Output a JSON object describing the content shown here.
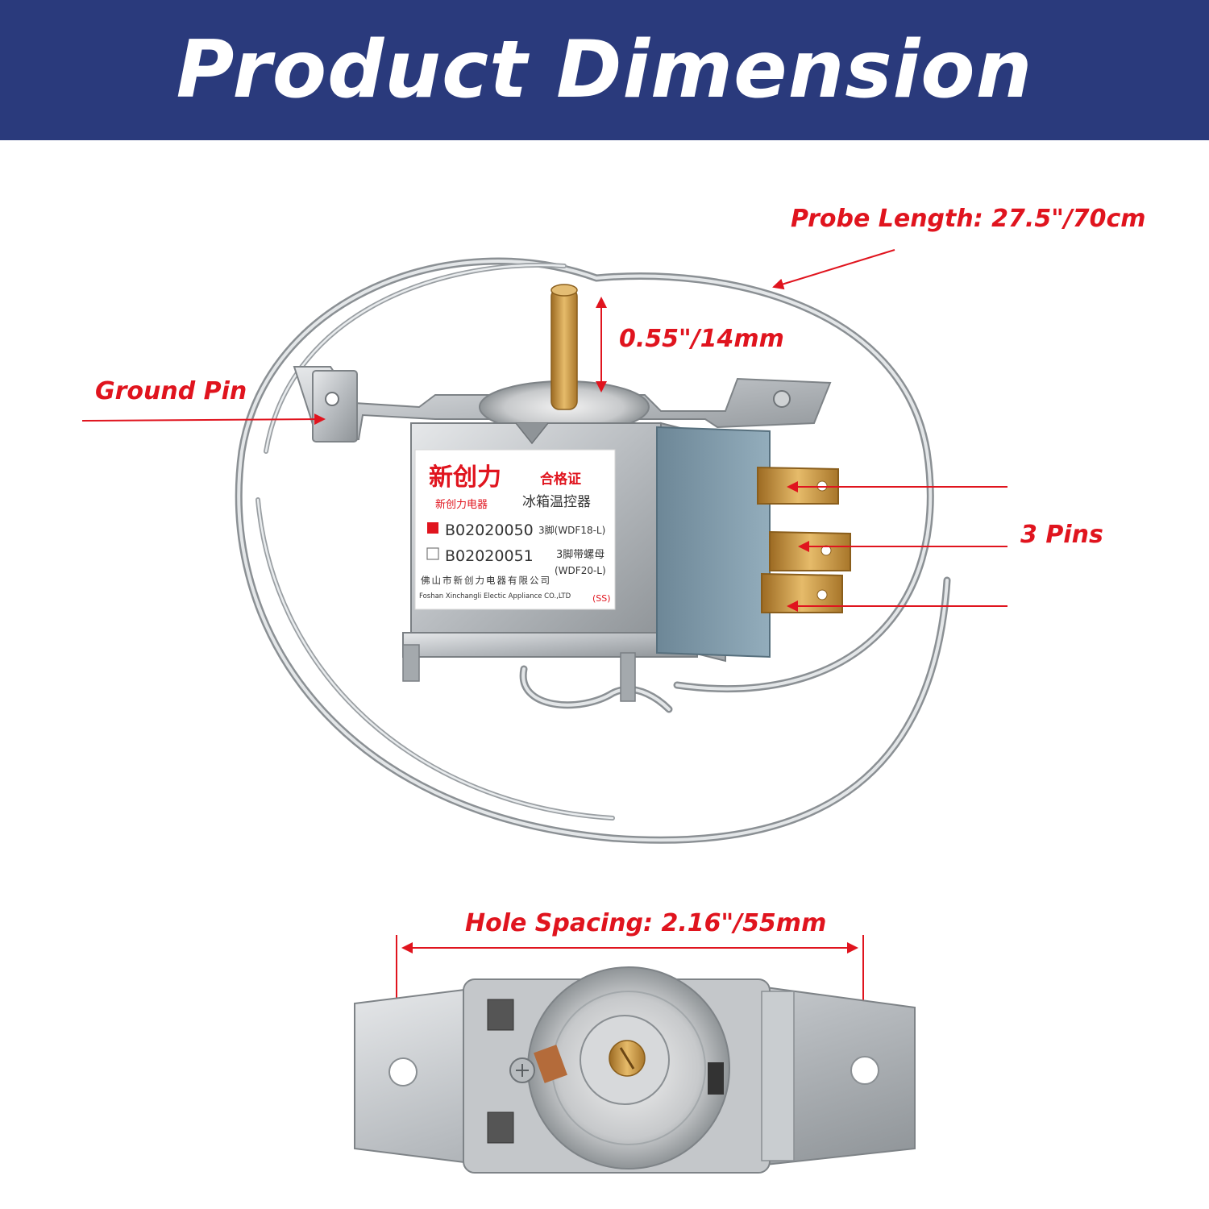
{
  "header": {
    "title": "Product Dimension"
  },
  "callouts": {
    "probe_length": "Probe Length: 27.5\"/70cm",
    "shaft_length": "0.55\"/14mm",
    "ground_pin": "Ground Pin",
    "pins": "3 Pins",
    "hole_spacing": "Hole Spacing: 2.16\"/55mm"
  },
  "product_label": {
    "brand_mark": "新创力",
    "brand_name": "新创力电器",
    "certificate": "合格证",
    "product_type": "冰箱温控器",
    "option_1_code": "B02020050",
    "option_1_desc": "3脚(WDF18-L)",
    "option_2_code": "B02020051",
    "option_2_desc_line1": "3脚带螺母",
    "option_2_desc_line2": "(WDF20-L)",
    "company_cn": "佛山市新创力电器有限公司",
    "company_en": "Foshan Xinchangli Electic Appliance CO.,LTD",
    "grade": "(SS)"
  },
  "colors": {
    "banner": "#2a3a7c",
    "callout_red": "#e0141e",
    "metal": "#b9bcbe",
    "housing_blue": "#7f9bab",
    "brass": "#c9953e"
  }
}
